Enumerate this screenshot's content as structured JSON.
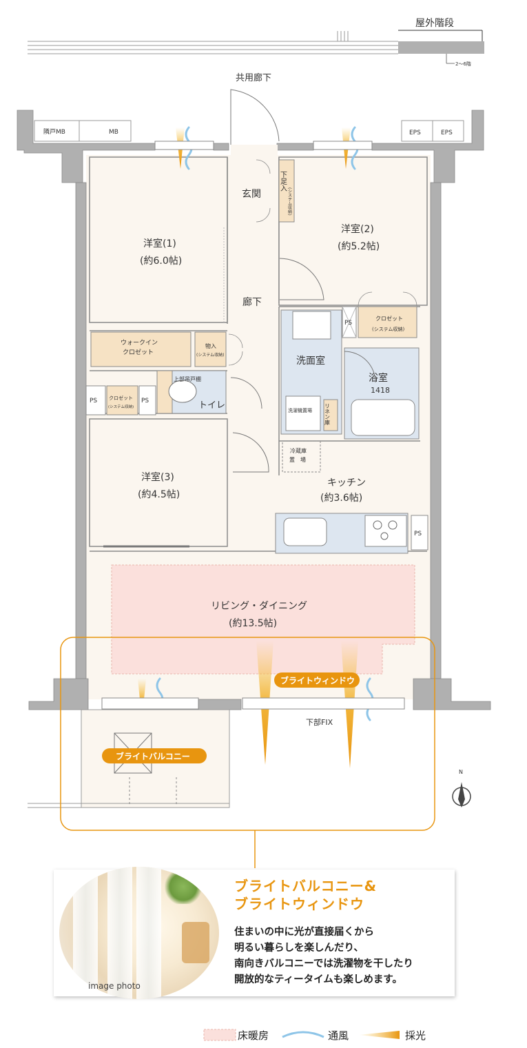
{
  "outdoor_stairs": "屋外階段",
  "floor_note": "2〜6階",
  "common_corridor": "共用廊下",
  "mb_labels": [
    "隣戸MB",
    "MB"
  ],
  "eps_labels": [
    "EPS",
    "EPS"
  ],
  "rooms": {
    "western1_name": "洋室(1)",
    "western1_size": "(約6.0帖)",
    "western2_name": "洋室(2)",
    "western2_size": "(約5.2帖)",
    "western3_name": "洋室(3)",
    "western3_size": "(約4.5帖)",
    "entrance": "玄関",
    "hallway": "廊下",
    "shoe_box": "下足入",
    "shoe_box_sub": "(システム収納)",
    "walkin_line1": "ウォークイン",
    "walkin_line2": "クロゼット",
    "storage": "物入",
    "storage_sub": "(システム収納)",
    "closet": "クロゼット",
    "closet_sub": "(システム収納)",
    "upper_shelf": "上部吊戸棚",
    "toilet": "トイレ",
    "washroom": "洗面室",
    "washer": "洗濯機置場",
    "linen": "リネン庫",
    "bath": "浴室",
    "bath_size": "1418",
    "fridge_line1": "冷蔵庫",
    "fridge_line2": "置　場",
    "kitchen_name": "キッチン",
    "kitchen_size": "(約3.6帖)",
    "living_name": "リビング・ダイニング",
    "living_size": "(約13.5帖)",
    "ps": "PS"
  },
  "badges": {
    "bright_window": "ブライトウィンドウ",
    "bright_balcony": "ブライトバルコニー"
  },
  "lower_fix": "下部FIX",
  "compass_n": "N",
  "callout": {
    "title_line1": "ブライトバルコニー&",
    "title_line2": "ブライトウィンドウ",
    "body_lines": [
      "住まいの中に光が直接届くから",
      "明るい暮らしを楽しんだり、",
      "南向きバルコニーでは洗濯物を干したり",
      "開放的なティータイムも楽しめます。"
    ],
    "photo_caption": "image photo"
  },
  "legend": {
    "floor_heating": "床暖房",
    "ventilation": "通風",
    "daylight": "採光"
  },
  "colors": {
    "accent_orange": "#e8950f",
    "floor_heating": "#fbe0dc",
    "wall": "#9a9a9a",
    "blue_fixture": "#dde6f0",
    "storage_fill": "#f6e2c4",
    "floor_cream": "#fbf6ef"
  }
}
